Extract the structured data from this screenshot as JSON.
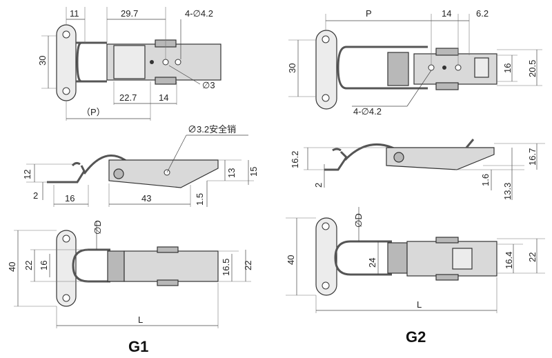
{
  "g1": {
    "label": "G1",
    "top_view": {
      "d_11": "11",
      "d_29_7": "29.7",
      "d_holes": "4-∅4.2",
      "d_30": "30",
      "d_pin": "∅3",
      "d_22_7": "22.7",
      "d_14": "14",
      "d_p": "（P）"
    },
    "side_view": {
      "d_safety_pin": "∅3.2安全销",
      "d_12": "12",
      "d_2": "2",
      "d_16": "16",
      "d_43": "43",
      "d_13": "13",
      "d_15": "15",
      "d_1_5": "1.5"
    },
    "bottom_view": {
      "d_dia_d": "∅D",
      "d_40": "40",
      "d_22": "22",
      "d_16": "16",
      "d_16_5": "16.5",
      "d_22_r": "22",
      "d_l": "L"
    }
  },
  "g2": {
    "label": "G2",
    "top_view": {
      "d_p": "P",
      "d_14": "14",
      "d_6_2": "6.2",
      "d_30": "30",
      "d_16": "16",
      "d_20_5": "20.5",
      "d_holes": "4-∅4.2"
    },
    "side_view": {
      "d_16_2": "16.2",
      "d_2": "2",
      "d_1_6": "1.6",
      "d_13_3": "13.3",
      "d_16_7": "16.7"
    },
    "bottom_view": {
      "d_dia_d": "∅D",
      "d_40": "40",
      "d_24": "24",
      "d_16_4": "16.4",
      "d_22": "22",
      "d_l": "L"
    }
  }
}
